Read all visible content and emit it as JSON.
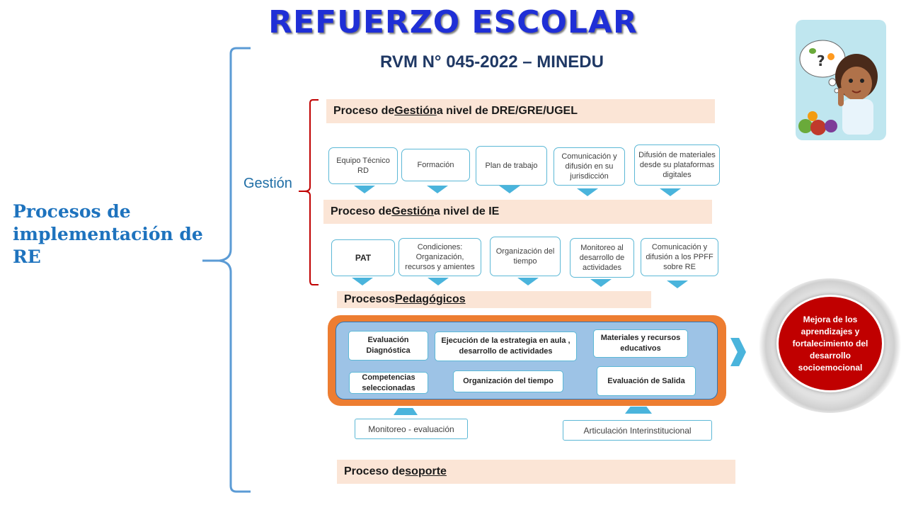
{
  "title": "REFUERZO ESCOLAR",
  "subtitle": "RVM N° 045-2022 – MINEDU",
  "left_title": "Procesos de implementación de RE",
  "gestion_label": "Gestión",
  "bands": {
    "dre": {
      "prefix": "Proceso de ",
      "key": "Gestión",
      "suffix": " a nivel de DRE/GRE/UGEL"
    },
    "ie": {
      "prefix": "Proceso de ",
      "key": "Gestión",
      "suffix": " a nivel de IE"
    },
    "ped": {
      "prefix": "Procesos ",
      "key": "Pedagógicos",
      "suffix": ""
    },
    "soporte": {
      "prefix": "Proceso de ",
      "key": "soporte",
      "suffix": ""
    }
  },
  "dre_items": [
    "Equipo Técnico RD",
    "Formación",
    "Plan de trabajo",
    "Comunicación y difusión en su jurisdicción",
    "Difusión de materiales desde su plataformas digitales"
  ],
  "ie_items": [
    "PAT",
    "Condiciones: Organización, recursos y amientes",
    "Organización del tiempo",
    "Monitoreo al desarrollo de actividades",
    "Comunicación y difusión a los PPFF sobre RE"
  ],
  "ped_items": {
    "eval_diag": "Evaluación Diagnóstica",
    "ejecucion": "Ejecución de la estrategia en aula , desarrollo de actividades",
    "materiales": "Materiales y recursos educativos",
    "competencias": "Competencias seleccionadas",
    "org_tiempo": "Organización del tiempo",
    "eval_salida": "Evaluación de Salida"
  },
  "support_items": [
    "Monitoreo - evaluación",
    "Articulación Interinstitucional"
  ],
  "outcome": "Mejora de los aprendizajes y fortalecimiento del desarrollo socioemocional",
  "illustration_text": "?",
  "colors": {
    "title": "#1f2fd6",
    "accent_blue": "#4ab4dc",
    "band": "#fbe5d6",
    "frame_orange": "#ed7d31",
    "inner_blue": "#9dc3e6",
    "outcome_red": "#c00000",
    "bracket_red": "#c00000"
  }
}
